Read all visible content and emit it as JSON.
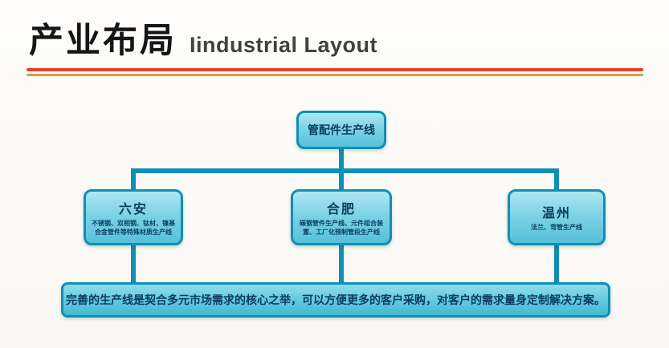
{
  "header": {
    "title_cn": "产业布局",
    "title_en": "Iindustrial Layout"
  },
  "colors": {
    "connector_teal": "#0e90b5",
    "box_fill_top": "#aee6f2",
    "box_fill_bottom": "#55c1da",
    "text_navy": "#093d62",
    "rule_red": "#d8452c",
    "rule_orange": "#e39a3e"
  },
  "diagram": {
    "root": {
      "label": "管配件生产线"
    },
    "children": [
      {
        "title": "六安",
        "subtitle": "不锈钢、双相钢、钛材、镍基合金管件等特殊材质生产线"
      },
      {
        "title": "合肥",
        "subtitle": "碳钢管件生产线、元件组合装置、工厂化预制管段生产线"
      },
      {
        "title": "温州",
        "subtitle": "法兰、弯管生产线"
      }
    ],
    "footer": "完善的生产线是契合多元市场需求的核心之举，可以方便更多的客户采购，对客户的需求量身定制解决方案。"
  }
}
